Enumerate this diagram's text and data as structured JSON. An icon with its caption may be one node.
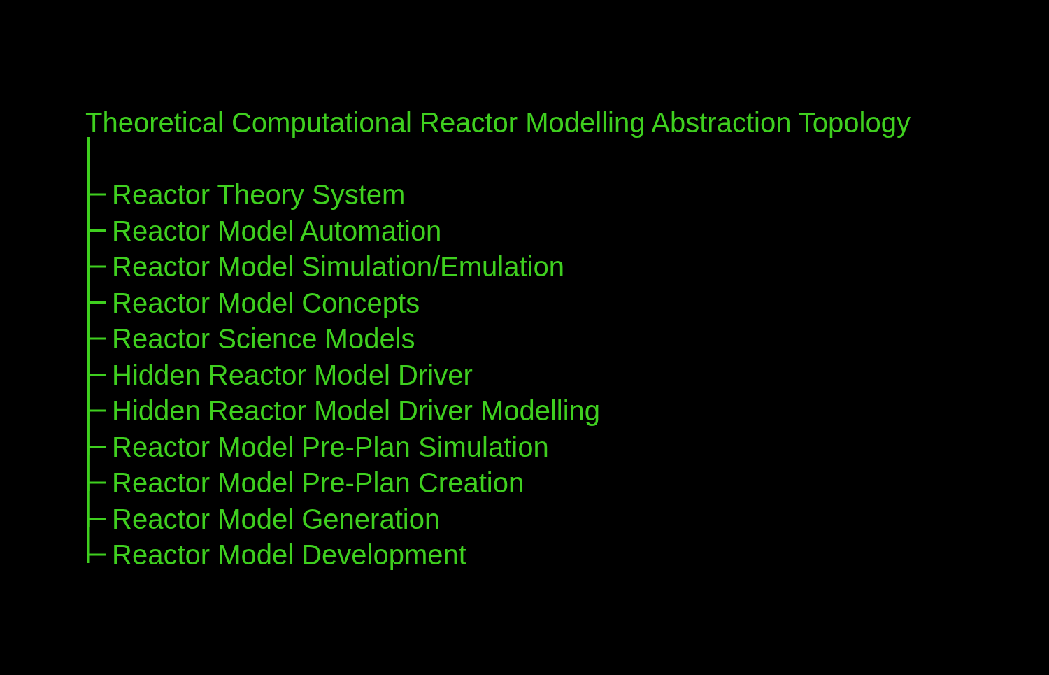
{
  "diagram": {
    "nodes": [
      {
        "text": [
          "Theoretical Computational Reactor Modelling Abstraction Topology"
        ]
      },
      {
        "text": [
          "Reactor Theory System"
        ]
      },
      {
        "text": [
          "Reactor Model Automation"
        ]
      },
      {
        "text": [
          "Reactor Model Simulation/Emulation"
        ]
      },
      {
        "text": [
          "Reactor Model Concepts"
        ]
      },
      {
        "text": [
          "Reactor Science Models"
        ]
      },
      {
        "text": [
          "Hidden Reactor Model Driver"
        ]
      },
      {
        "text": [
          "Hidden Reactor Model Driver Modelling"
        ]
      },
      {
        "text": [
          "Reactor Model Pre-Plan Simulation"
        ]
      },
      {
        "text": [
          "Reactor Model Pre-Plan Creation"
        ]
      },
      {
        "text": [
          "Reactor Model Generation"
        ]
      },
      {
        "text": [
          "Reactor Model Development"
        ]
      }
    ],
    "edges": [
      {
        "from": 0,
        "to": 1,
        "arrow": "none"
      },
      {
        "from": 0,
        "to": 2,
        "arrow": "none"
      },
      {
        "from": 0,
        "to": 3,
        "arrow": "none"
      },
      {
        "from": 0,
        "to": 4,
        "arrow": "none"
      },
      {
        "from": 0,
        "to": 5,
        "arrow": "none"
      },
      {
        "from": 0,
        "to": 6,
        "arrow": "none"
      },
      {
        "from": 0,
        "to": 7,
        "arrow": "none"
      },
      {
        "from": 0,
        "to": 8,
        "arrow": "none"
      },
      {
        "from": 0,
        "to": 9,
        "arrow": "none"
      },
      {
        "from": 0,
        "to": 10,
        "arrow": "none"
      },
      {
        "from": 0,
        "to": 11,
        "arrow": "none"
      }
    ]
  }
}
